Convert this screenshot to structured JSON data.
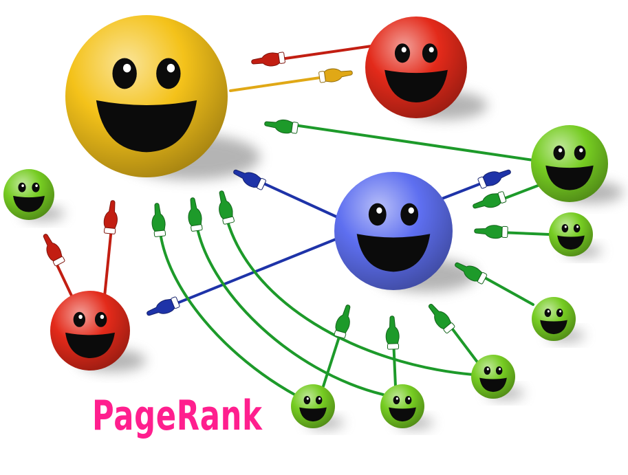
{
  "caption": "PageRank",
  "colors": {
    "caption": "#ff1f8e",
    "yellow": "#f4c21a",
    "red": "#e32a1a",
    "blue": "#5e6ff0",
    "green": "#76cc22",
    "link_red": "#c21e12",
    "link_yellow": "#e0a816",
    "link_green": "#1d9a2a",
    "link_blue": "#1e33a8",
    "face": "#0b0b0b"
  },
  "nodes": [
    {
      "name": "yellow-smiley",
      "color": "yellow"
    },
    {
      "name": "red-smiley-top",
      "color": "red"
    },
    {
      "name": "blue-smiley",
      "color": "blue"
    },
    {
      "name": "red-smiley-left",
      "color": "red"
    },
    {
      "name": "green-smiley-large",
      "color": "green"
    },
    {
      "name": "green-smiley-left",
      "color": "green"
    },
    {
      "name": "green-smiley-right-1",
      "color": "green"
    },
    {
      "name": "green-smiley-right-2",
      "color": "green"
    },
    {
      "name": "green-smiley-right-3",
      "color": "green"
    },
    {
      "name": "green-smiley-bottom-1",
      "color": "green"
    },
    {
      "name": "green-smiley-bottom-2",
      "color": "green"
    }
  ],
  "links": [
    {
      "name": "link-red-to-yellow",
      "color": "link_red"
    },
    {
      "name": "link-yellow-to-red",
      "color": "link_yellow"
    },
    {
      "name": "link-green-large-to-yellow",
      "color": "link_green"
    },
    {
      "name": "link-blue-to-yellow",
      "color": "link_blue"
    },
    {
      "name": "link-blue-to-green-large",
      "color": "link_blue"
    },
    {
      "name": "link-red-left-to-red-top",
      "color": "link_red"
    },
    {
      "name": "link-red-left-to-yellow",
      "color": "link_red"
    },
    {
      "name": "link-blue-to-red-left",
      "color": "link_blue"
    },
    {
      "name": "link-green-large-to-blue",
      "color": "link_green"
    },
    {
      "name": "link-green-right-1-to-blue",
      "color": "link_green"
    },
    {
      "name": "link-green-right-2-to-blue",
      "color": "link_green"
    },
    {
      "name": "link-green-right-3-to-blue",
      "color": "link_green"
    },
    {
      "name": "link-green-bottom-1-to-yellow",
      "color": "link_green"
    },
    {
      "name": "link-green-bottom-2-to-yellow",
      "color": "link_green"
    },
    {
      "name": "link-green-right-3-to-yellow",
      "color": "link_green"
    },
    {
      "name": "link-green-bottom-1-to-blue",
      "color": "link_green"
    },
    {
      "name": "link-green-bottom-2-to-blue",
      "color": "link_green"
    }
  ]
}
